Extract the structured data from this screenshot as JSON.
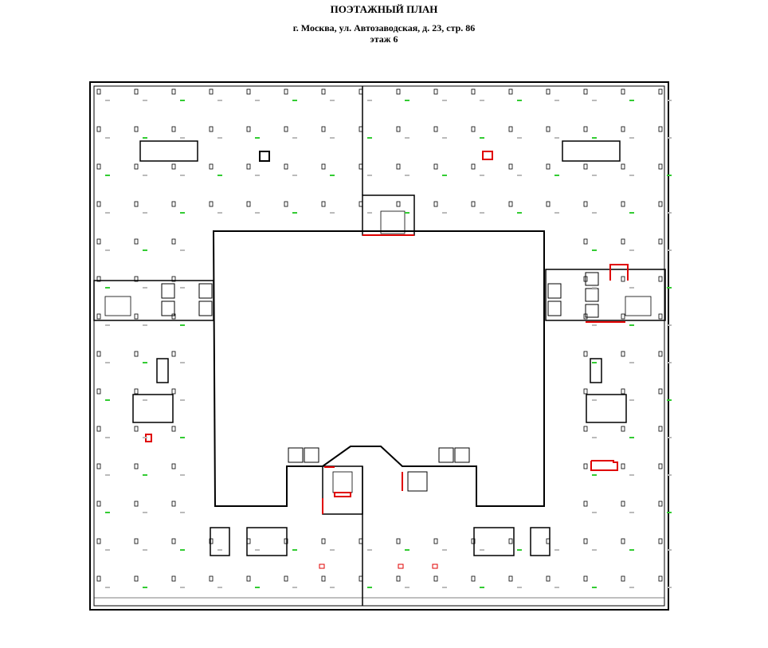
{
  "header": {
    "title": "ПОЭТАЖНЫЙ ПЛАН",
    "address": "г. Москва, ул. Автозаводская, д. 23, стр. 86",
    "floor": "этаж 6"
  },
  "colors": {
    "wall": "#000000",
    "highlight": "#e00000",
    "dimension": "#00c000"
  }
}
